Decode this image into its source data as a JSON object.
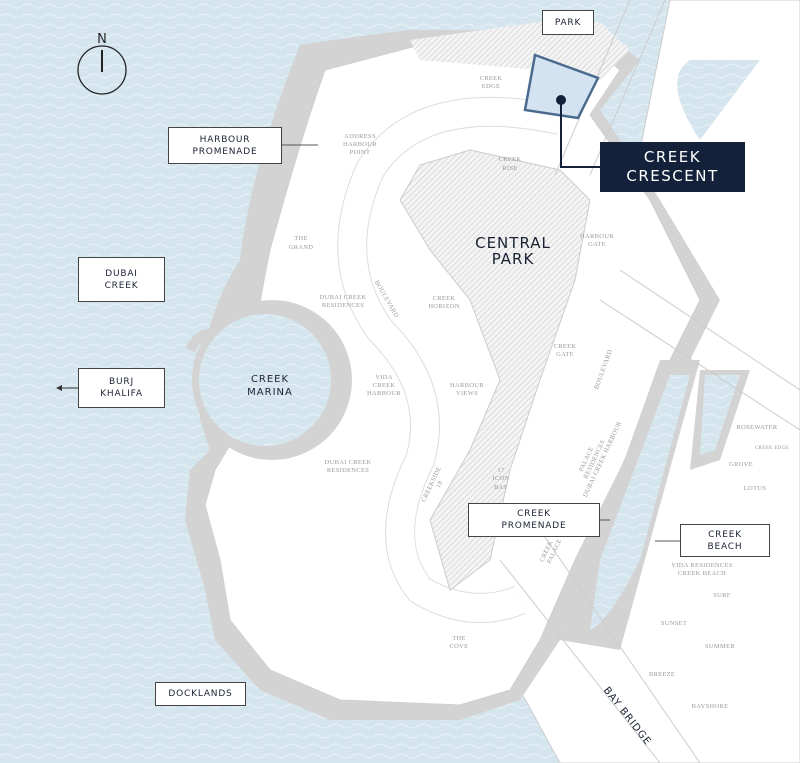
{
  "colors": {
    "water": "#d5e5ee",
    "shore": "#d3d3d3",
    "land": "#ffffff",
    "highlight": "#d3e3f1",
    "highlight_border": "#4a6b8e",
    "callout": "#13213a"
  },
  "compass": {
    "label": "N"
  },
  "callouts": {
    "park": "PARK",
    "harbour_promenade": [
      "HARBOUR",
      "PROMENADE"
    ],
    "dubai_creek": [
      "DUBAI",
      "CREEK"
    ],
    "burj_khalifa": [
      "BURJ",
      "KHALIFA"
    ],
    "creek_crescent": [
      "CREEK",
      "CRESCENT"
    ],
    "creek_promenade": [
      "CREEK",
      "PROMENADE"
    ],
    "creek_beach": [
      "CREEK",
      "BEACH"
    ],
    "docklands": "DOCKLANDS"
  },
  "areas": {
    "central_park": [
      "CENTRAL",
      "PARK"
    ],
    "creek_marina": [
      "CREEK",
      "MARINA"
    ],
    "bay_bridge": "BAY BRIDGE"
  },
  "districts": {
    "creek_edge": [
      "CREEK",
      "EDGE"
    ],
    "address_harbour_point": [
      "ADDRESS",
      "HARBOUR",
      "POINT"
    ],
    "creek_rise": [
      "CREEK",
      "RISE"
    ],
    "the_grand": [
      "THE",
      "GRAND"
    ],
    "harbour_gate": [
      "HARBOUR",
      "GATE"
    ],
    "boulevard_1": "BOULEVARD",
    "dubai_creek_residences_1": [
      "DUBAI CREEK",
      "RESIDENCES"
    ],
    "creek_horizon": [
      "CREEK",
      "HORIZON"
    ],
    "creek_gate": [
      "CREEK",
      "GATE"
    ],
    "boulevard_2": "BOULEVARD",
    "vida_creek_harbour": [
      "VIDA",
      "CREEK",
      "HARBOUR"
    ],
    "harbour_views": [
      "HARBOUR",
      "VIEWS"
    ],
    "dubai_creek_residences_2": [
      "DUBAI CREEK",
      "RESIDENCES"
    ],
    "creekside_18": [
      "CREEKSIDE",
      "18"
    ],
    "17_icon_bay": [
      "17",
      "ICON",
      "BAY"
    ],
    "palace_residences": [
      "PALACE",
      "RESIDENCES",
      "DUBAI CREEK HARBOUR"
    ],
    "creek_palace": [
      "CREEK",
      "PALACE"
    ],
    "rosewater": "ROSEWATER",
    "rosewater_sub": "CREEK EDGE",
    "grove": "GROVE",
    "lotus": "LOTUS",
    "vida_residences_creek_beach": [
      "VIDA RESIDENCES",
      "CREEK BEACH"
    ],
    "surf": "SURF",
    "sunset": "SUNSET",
    "summer": "SUMMER",
    "breeze": "BREEZE",
    "bayshore": "BAYSHORE",
    "the_cove": [
      "THE",
      "COVE"
    ]
  }
}
